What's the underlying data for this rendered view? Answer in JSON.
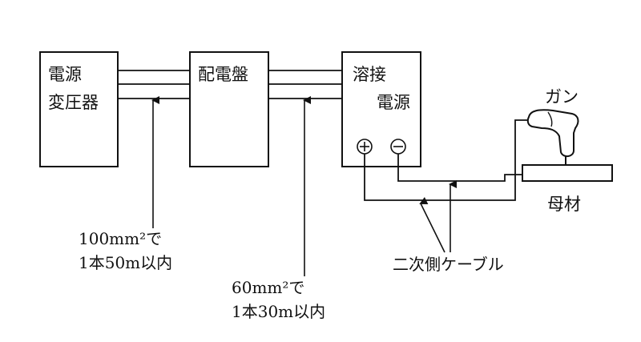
{
  "boxes": {
    "transformer": {
      "line1": "電源",
      "line2": "変圧器"
    },
    "switchboard": {
      "label": "配電盤"
    },
    "welder": {
      "line1": "溶接",
      "line2": "電源",
      "plus": "+",
      "minus": "−"
    }
  },
  "gun": {
    "label": "ガン"
  },
  "base_metal": {
    "label": "母材"
  },
  "notes": {
    "primary_cable_1": {
      "size": "100mm²で",
      "spec": "1本50m以内"
    },
    "primary_cable_2": {
      "size": "60mm²で",
      "spec": "1本30m以内"
    },
    "secondary_cable": "二次側ケーブル"
  }
}
